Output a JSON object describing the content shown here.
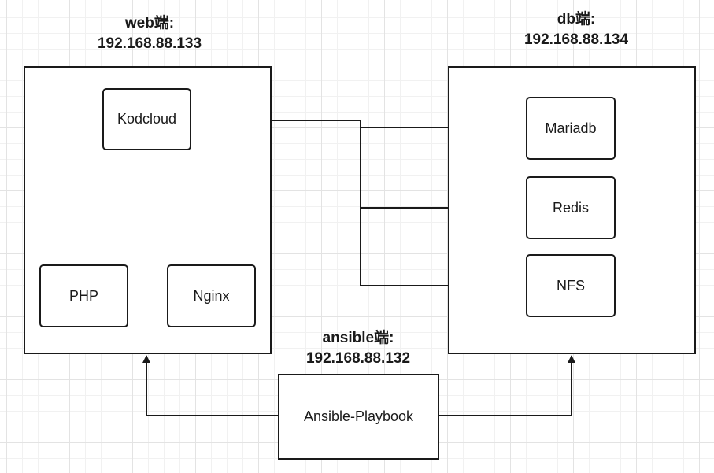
{
  "web": {
    "title": "web端:",
    "ip": "192.168.88.133",
    "nodes": {
      "kodcloud": "Kodcloud",
      "php": "PHP",
      "nginx": "Nginx"
    }
  },
  "db": {
    "title": "db端:",
    "ip": "192.168.88.134",
    "nodes": {
      "mariadb": "Mariadb",
      "redis": "Redis",
      "nfs": "NFS"
    }
  },
  "ansible": {
    "title": "ansible端:",
    "ip": "192.168.88.132",
    "playbook": "Ansible-Playbook"
  },
  "colors": {
    "stroke": "#1a1a1a",
    "grid": "#e3e3e3",
    "background": "#ffffff"
  }
}
